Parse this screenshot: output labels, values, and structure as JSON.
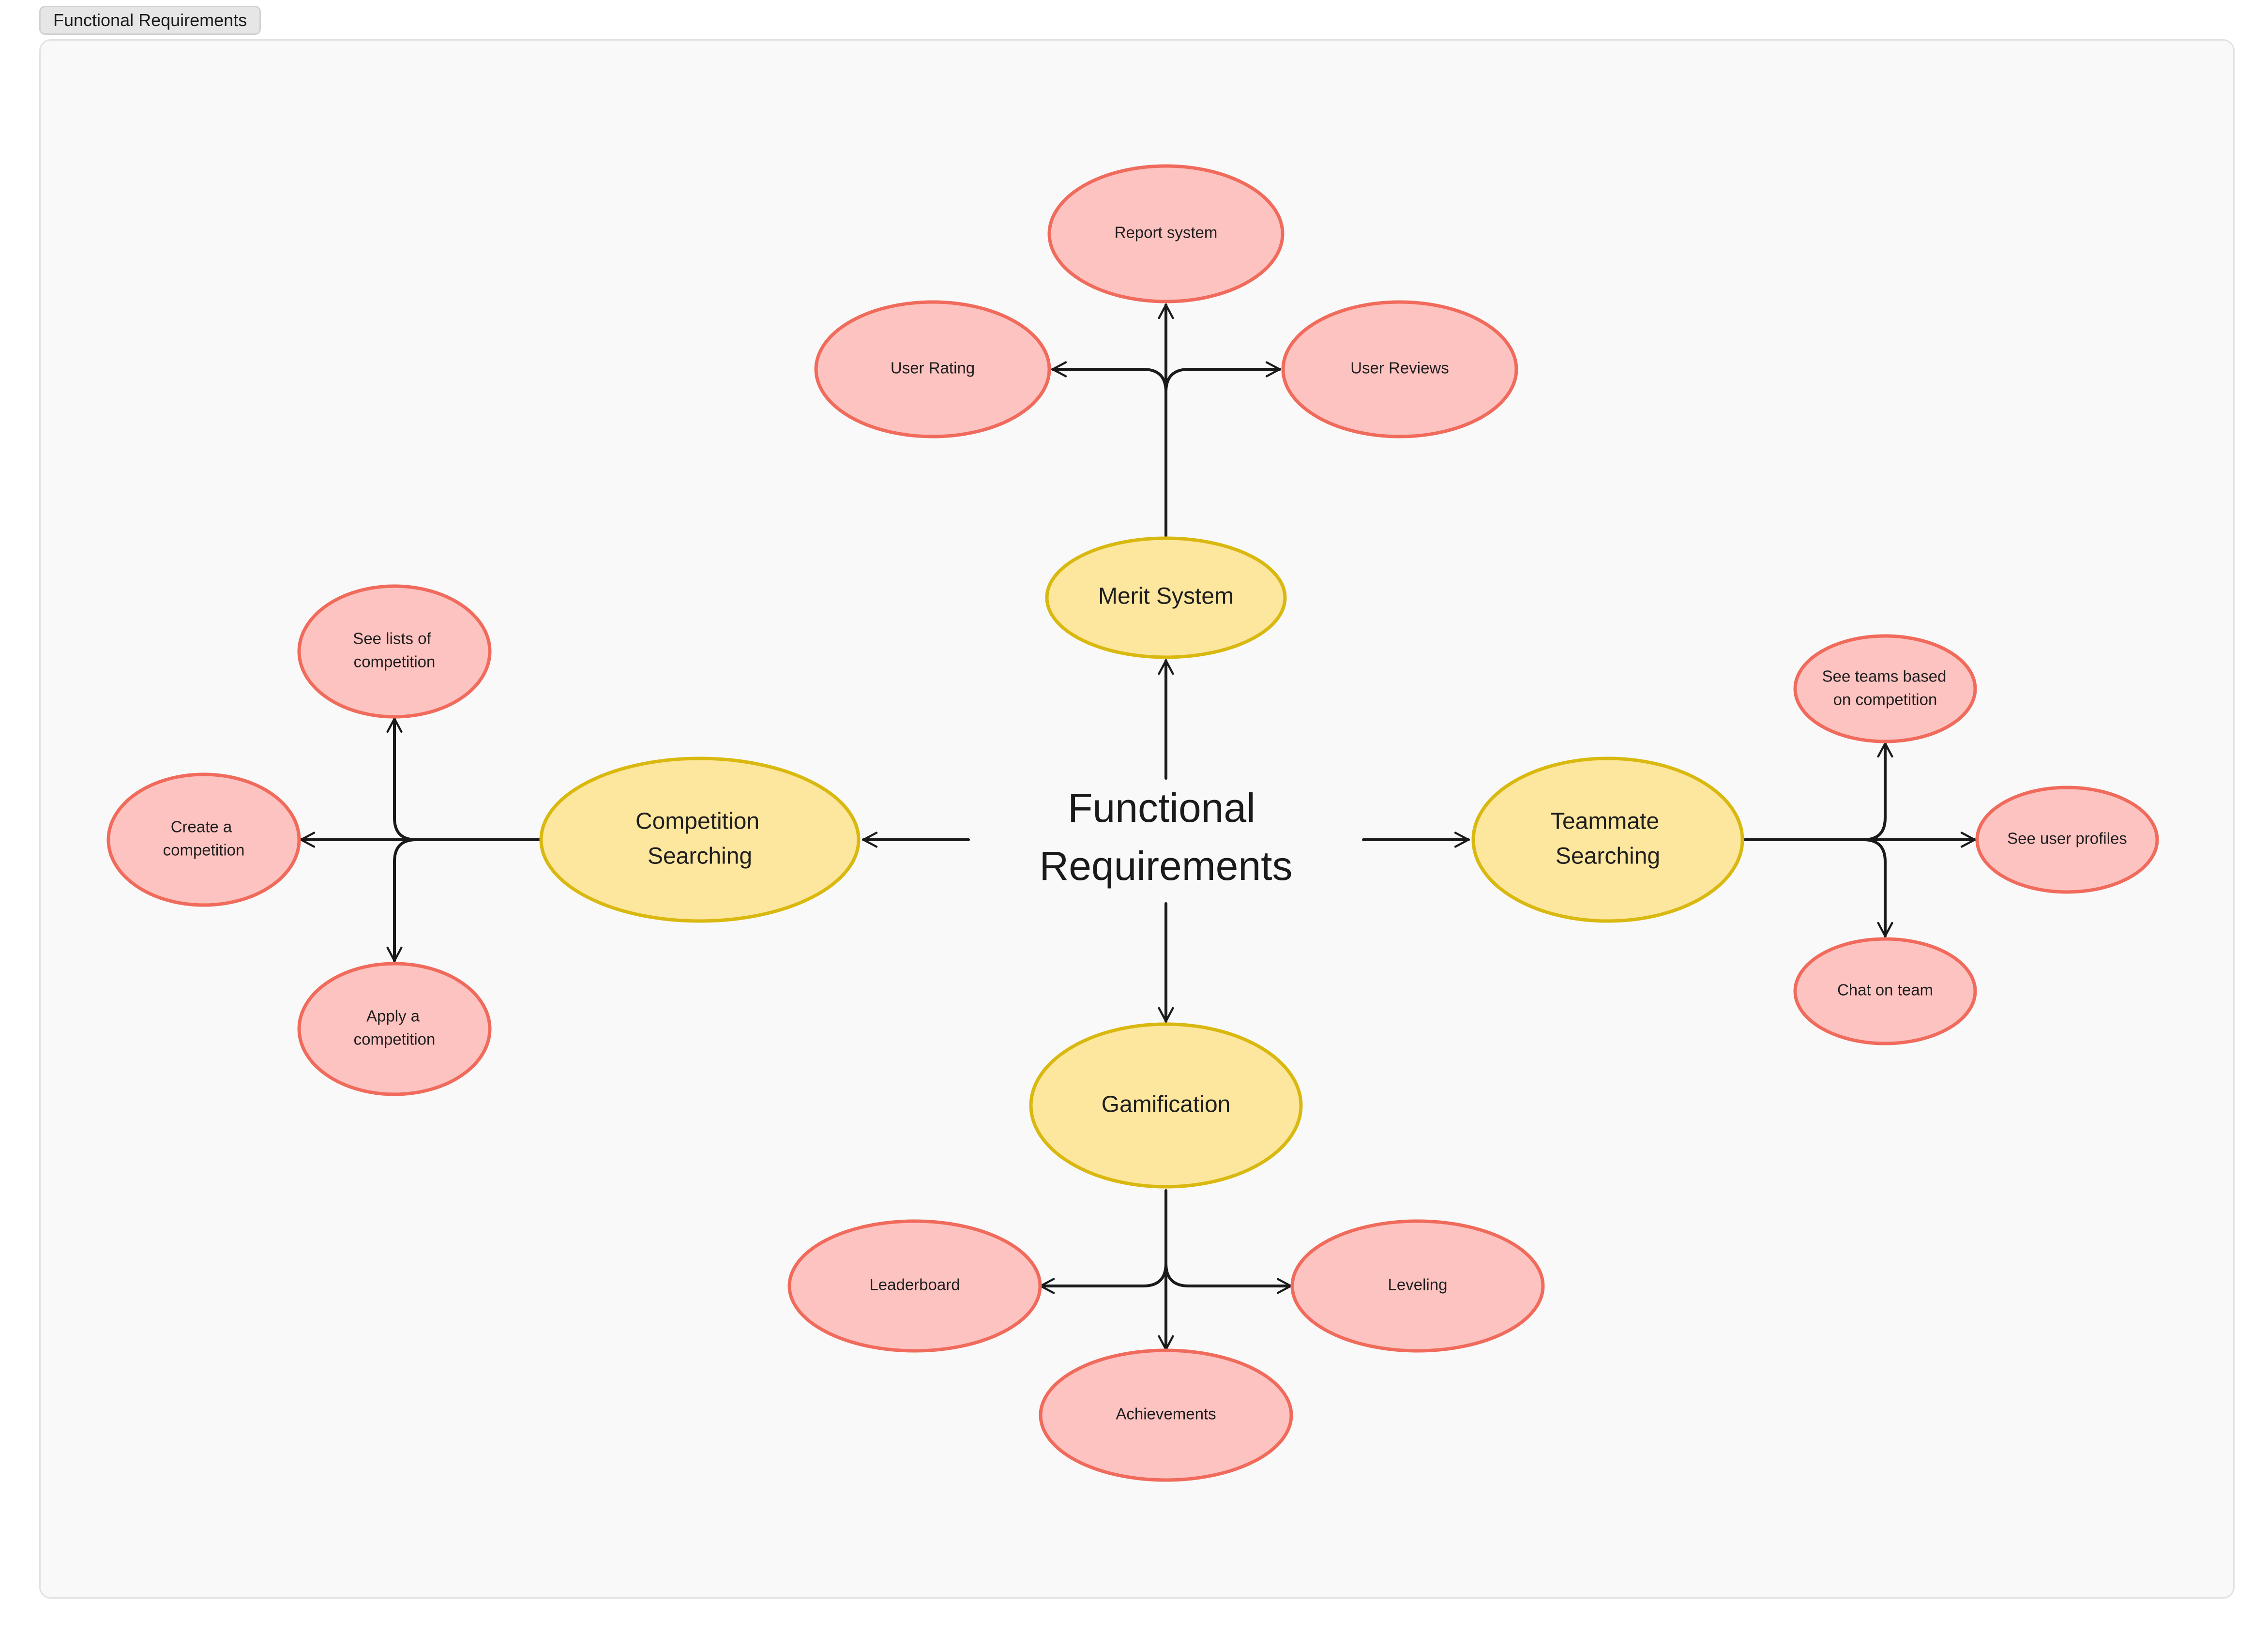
{
  "frame": {
    "label": "Functional Requirements"
  },
  "diagram": {
    "center_title": [
      "Functional",
      "Requirements"
    ],
    "colors": {
      "primary_fill": "#fde69d",
      "primary_stroke": "#d9b80f",
      "leaf_fill": "#fdc3c1",
      "leaf_stroke": "#f06b5c",
      "connector": "#1a1a1a",
      "canvas": "#f9f9f9"
    },
    "primaries": {
      "merit": [
        "Merit System"
      ],
      "competition": [
        "Competition",
        "Searching"
      ],
      "teammate": [
        "Teammate",
        "Searching"
      ],
      "gamification": [
        "Gamification"
      ]
    },
    "leaves": {
      "report": [
        "Report system"
      ],
      "user_rating": [
        "User Rating"
      ],
      "user_reviews": [
        "User Reviews"
      ],
      "see_lists": [
        "See lists of",
        "competition"
      ],
      "create_comp": [
        "Create a",
        "competition"
      ],
      "apply_comp": [
        "Apply a",
        "competition"
      ],
      "see_teams": [
        "See teams based",
        "on competition"
      ],
      "see_profiles": [
        "See user profiles"
      ],
      "chat_team": [
        "Chat on team"
      ],
      "leaderboard": [
        "Leaderboard"
      ],
      "leveling": [
        "Leveling"
      ],
      "achievements": [
        "Achievements"
      ]
    }
  }
}
